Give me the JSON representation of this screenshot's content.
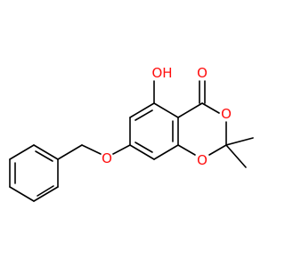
{
  "molecule": {
    "atom_labels": {
      "hydroxyl": "OH",
      "carbonyl_oxygen": "O",
      "ring_oxygen_upper": "O",
      "ring_oxygen_lower": "O",
      "ether_oxygen": "O"
    },
    "colors": {
      "bond": "#000000",
      "oxygen": "#ff0d0d",
      "background": "#ffffff"
    }
  }
}
